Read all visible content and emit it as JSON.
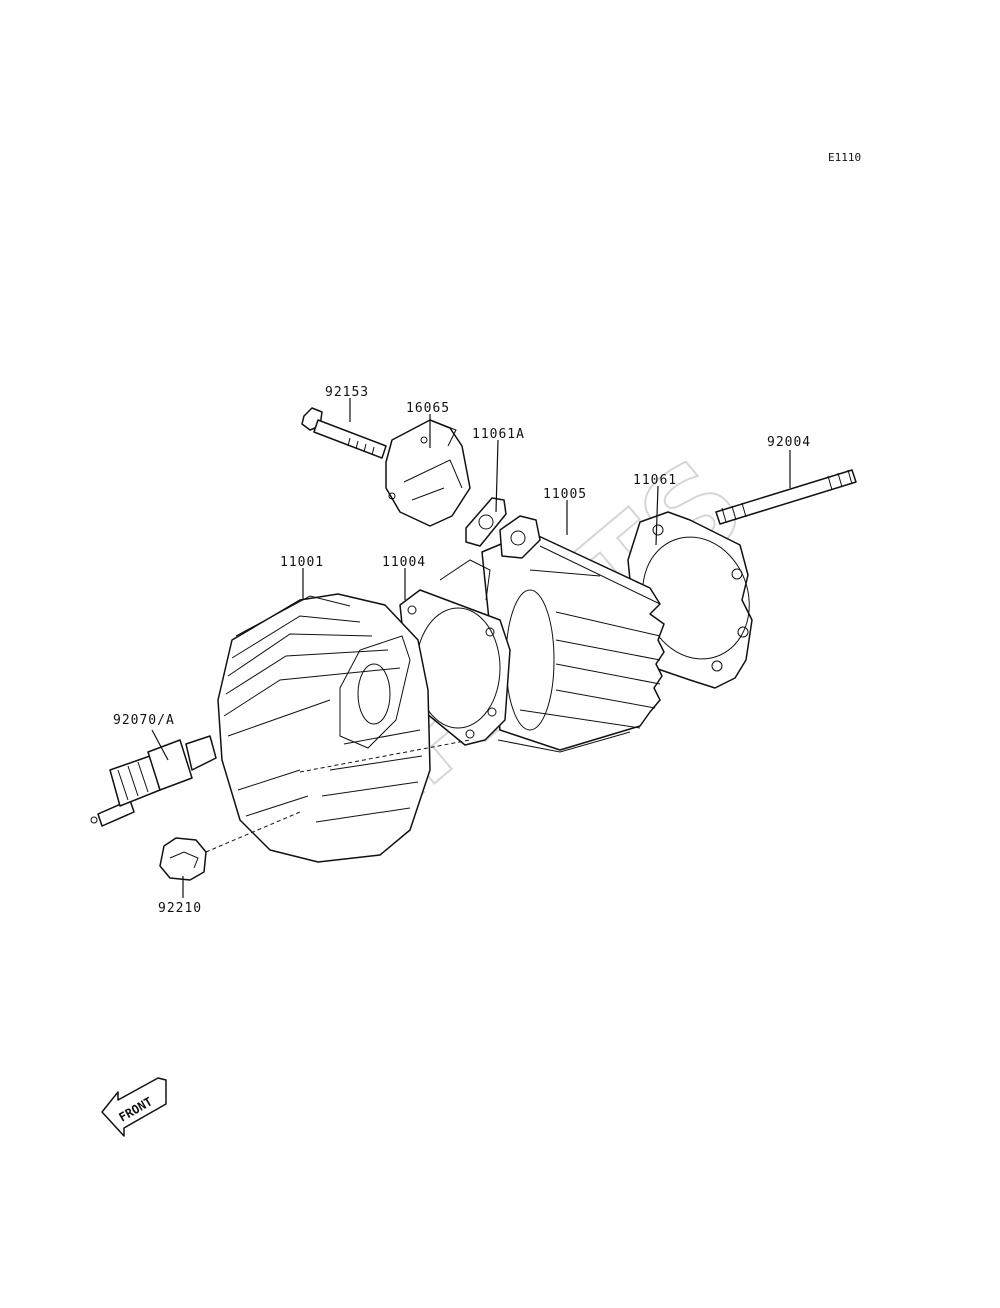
{
  "diagram": {
    "code": "E1110",
    "watermark": "XPARTS",
    "front_label": "FRONT",
    "labels": {
      "p92153": "92153",
      "p16065": "16065",
      "p11061A": "11061A",
      "p11005": "11005",
      "p11061": "11061",
      "p92004": "92004",
      "p11001": "11001",
      "p11004": "11004",
      "p92070A": "92070/A",
      "p92210": "92210"
    }
  }
}
